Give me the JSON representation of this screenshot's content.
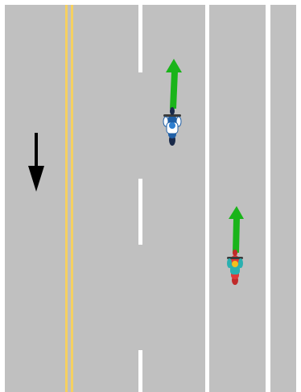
{
  "scene": {
    "type": "top-down road diagram",
    "colors": {
      "road": "#c0c0c0",
      "page_background": "#ffffff",
      "center_line": "#f5d060",
      "lane_markings": "#ffffff",
      "oncoming_arrow": "#000000",
      "intent_arrow": "#1ab41a"
    },
    "center_line": "double-yellow",
    "oncoming_traffic_direction": "down",
    "vehicles": [
      {
        "kind": "motorcycle",
        "rider_color": "#1f5fa6",
        "direction": "up",
        "icon": "motorcycle-icon"
      },
      {
        "kind": "motorcycle",
        "rider_color": "#2ab0b0",
        "body_color": "#e03a3a",
        "helmet_color": "#f0c020",
        "direction": "up",
        "icon": "motorcycle-icon"
      }
    ]
  }
}
